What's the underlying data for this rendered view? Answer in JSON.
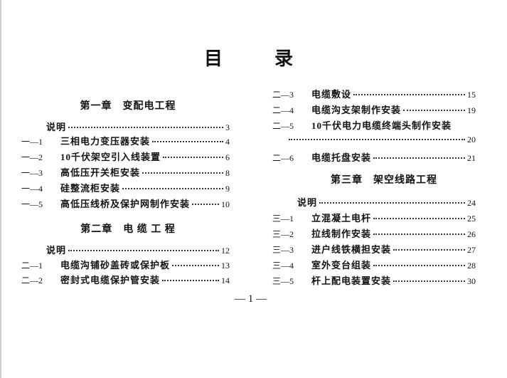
{
  "title": {
    "char1": "目",
    "char2": "录"
  },
  "left": {
    "chapter1": {
      "heading": "第一章　变配电工程"
    },
    "chapter1_rows": [
      {
        "num": "",
        "text": "说明",
        "page": "3"
      },
      {
        "num": "一—1",
        "text": "三相电力变压器安装",
        "page": "4"
      },
      {
        "num": "一—2",
        "text": "10千伏架空引入线装置",
        "page": "6"
      },
      {
        "num": "一—3",
        "text": "高低压开关柜安装",
        "page": "8"
      },
      {
        "num": "一—4",
        "text": "硅整流柜安装",
        "page": "9"
      },
      {
        "num": "一—5",
        "text": "高低压线桥及保护网制作安装",
        "page": "10"
      }
    ],
    "chapter2": {
      "heading": "第二章　电 缆 工 程"
    },
    "chapter2_rows": [
      {
        "num": "",
        "text": "说明",
        "page": "12"
      },
      {
        "num": "二—1",
        "text": "电缆沟铺砂盖砖或保护板",
        "page": "13"
      },
      {
        "num": "二—2",
        "text": "密封式电缆保护管安装",
        "page": "14"
      }
    ]
  },
  "right": {
    "chapter2_rows": [
      {
        "num": "二—3",
        "text": "电缆敷设",
        "page": "15"
      },
      {
        "num": "二—4",
        "text": "电缆沟支架制作安装",
        "page": "19"
      },
      {
        "num": "二—5",
        "text": "10千伏电力电缆终端头制作安装",
        "page": ""
      },
      {
        "num": "",
        "text": "",
        "page": "20"
      },
      {
        "num": "二—6",
        "text": "电缆托盘安装",
        "page": "21"
      }
    ],
    "chapter3": {
      "heading": "第三章　架空线路工程"
    },
    "chapter3_rows": [
      {
        "num": "",
        "text": "说明",
        "page": "24"
      },
      {
        "num": "三—1",
        "text": "立混凝土电杆",
        "page": "25"
      },
      {
        "num": "三—2",
        "text": "拉线制作安装",
        "page": "26"
      },
      {
        "num": "三—3",
        "text": "进户线铁横担安装",
        "page": "27"
      },
      {
        "num": "三—4",
        "text": "室外变台组装",
        "page": "28"
      },
      {
        "num": "三—5",
        "text": "杆上配电装置安装",
        "page": "30"
      }
    ]
  },
  "footer": {
    "page_label": "— 1 —"
  }
}
